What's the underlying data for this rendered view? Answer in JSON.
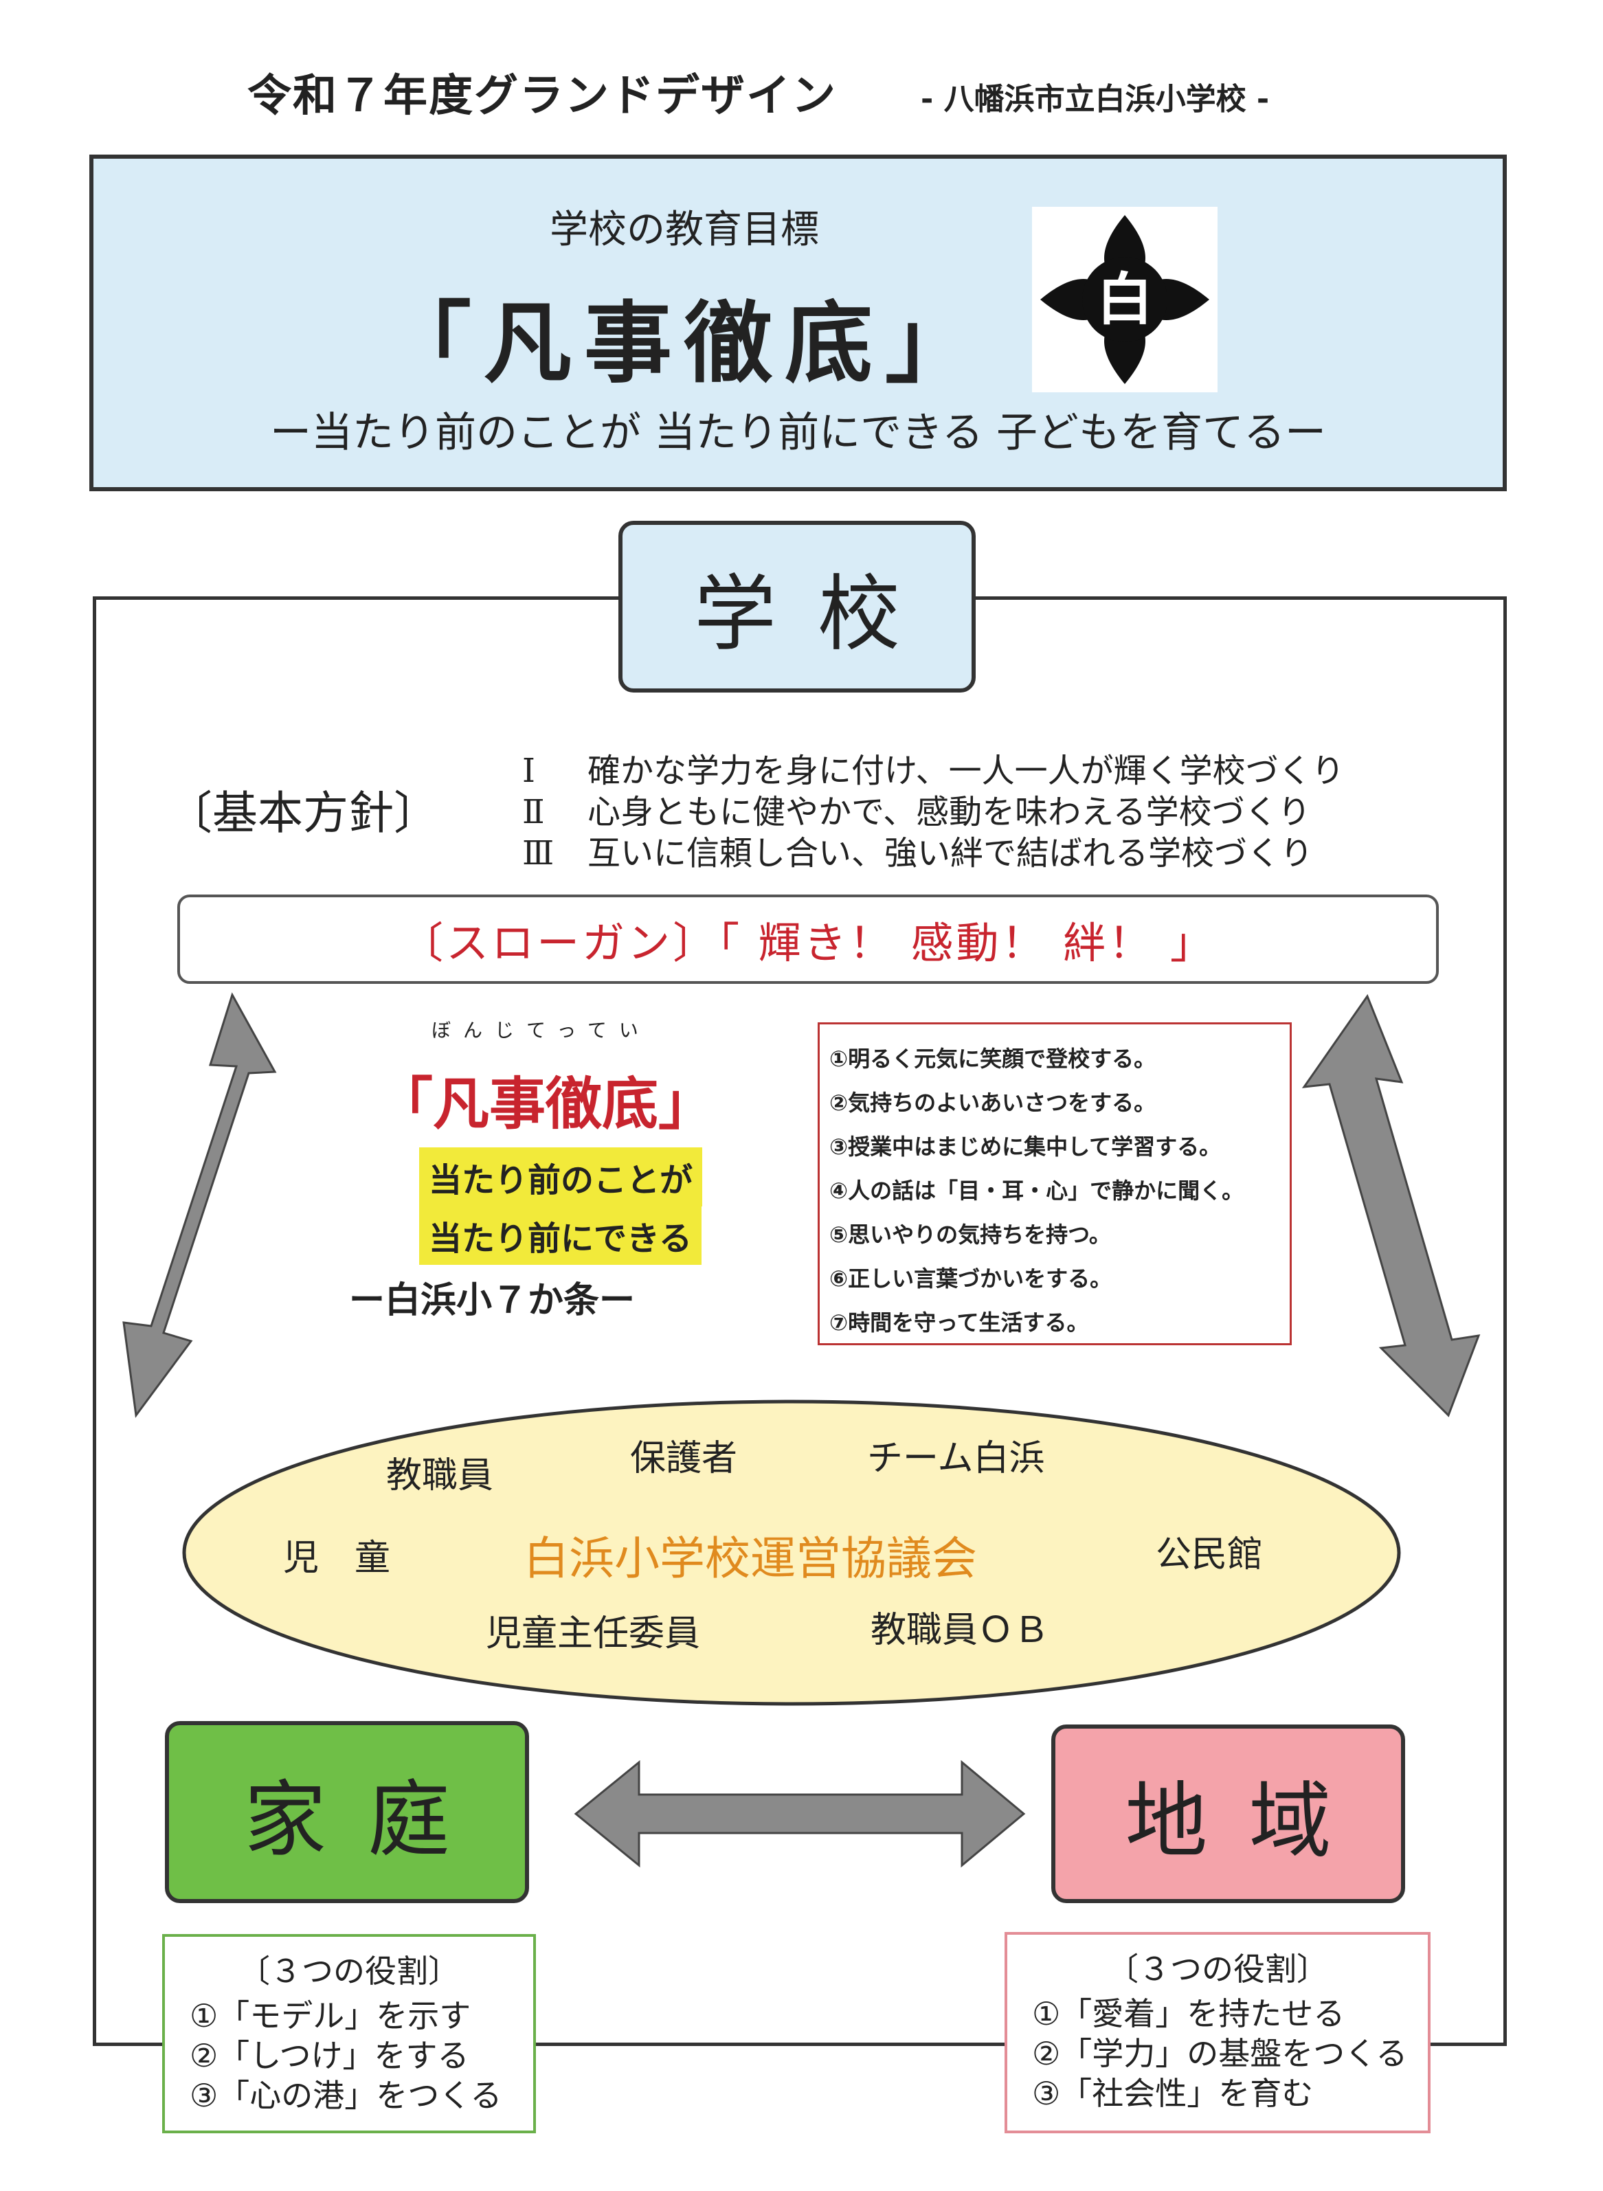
{
  "header": {
    "title": "令和７年度グランドデザイン",
    "school": "- 八幡浜市立白浜小学校 -"
  },
  "goal": {
    "heading": "学校の教育目標",
    "main": "「凡事徹底」",
    "sub": "ー当たり前のことが 当たり前にできる 子どもを育てるー",
    "emblem_char": "白"
  },
  "school_label": "学校",
  "policy": {
    "label": "〔基本方針〕",
    "items": [
      {
        "num": "Ⅰ",
        "text": "確かな学力を身に付け、一人一人が輝く学校づくり"
      },
      {
        "num": "Ⅱ",
        "text": "心身ともに健やかで、感動を味わえる学校づくり"
      },
      {
        "num": "Ⅲ",
        "text": "互いに信頼し合い、強い絆で結ばれる学校づくり"
      }
    ]
  },
  "slogan": "〔スローガン〕「 輝き！ 感動！ 絆！ 」",
  "motto": {
    "ruby": "ぼんじてってい",
    "title": "「凡事徹底」",
    "line1": "当たり前のことが",
    "line2": "当たり前にできる",
    "footer": "ー白浜小７か条ー"
  },
  "rules": [
    "①明るく元気に笑顔で登校する。",
    "②気持ちのよいあいさつをする。",
    "③授業中はまじめに集中して学習する。",
    "④人の話は「目・耳・心」で静かに聞く。",
    "⑤思いやりの気持ちを持つ。",
    "⑥正しい言葉づかいをする。",
    "⑦時間を守って生活する。"
  ],
  "council": {
    "center": "白浜小学校運営協議会",
    "members": [
      "教職員",
      "保護者",
      "チーム白浜",
      "児　童",
      "公民館",
      "児童主任委員",
      "教職員ＯＢ"
    ]
  },
  "home": {
    "label": "家庭",
    "roles_head": "〔３つの役割〕",
    "roles": [
      "①「モデル」を示す",
      "②「しつけ」をする",
      "③「心の港」をつくる"
    ]
  },
  "community": {
    "label": "地域",
    "roles_head": "〔３つの役割〕",
    "roles": [
      "①「愛着」を持たせる",
      "②「学力」の基盤をつくる",
      "③「社会性」を育む"
    ]
  },
  "colors": {
    "goal_bg": "#d9ecf7",
    "home_green": "#6fbf47",
    "community_pink": "#f4a3aa",
    "slogan_red": "#c8242e",
    "council_yellow": "#fdf3c0",
    "council_orange": "#e08a1e",
    "highlight_yellow": "#f2ea3a",
    "arrow_gray": "#8a8a8a"
  }
}
